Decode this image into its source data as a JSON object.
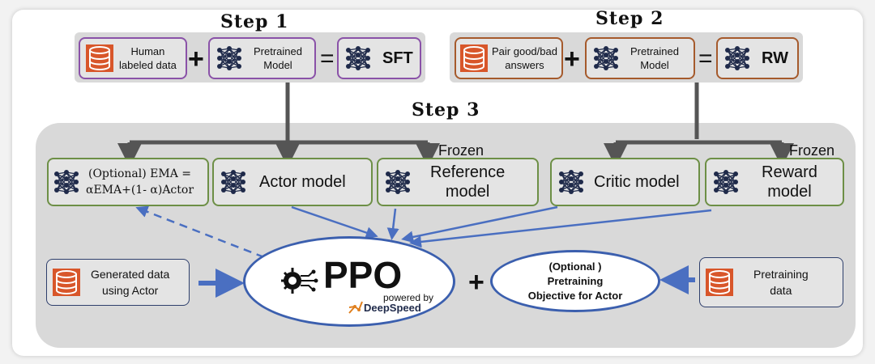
{
  "steps": {
    "step1_title": "Step 1",
    "step2_title": "Step 2",
    "step3_title": "Step 3"
  },
  "step1": {
    "data_label_line1": "Human",
    "data_label_line2": "labeled data",
    "plus": "+",
    "model_label_line1": "Pretrained",
    "model_label_line2": "Model",
    "equals": "=",
    "result_label": "SFT"
  },
  "step2": {
    "data_label_line1": "Pair good/bad",
    "data_label_line2": "answers",
    "plus": "+",
    "model_label_line1": "Pretrained",
    "model_label_line2": "Model",
    "equals": "=",
    "result_label": "RW"
  },
  "step3": {
    "frozen_left": "Frozen",
    "frozen_right": "Frozen",
    "ema_line1": "(Optional) EMA =",
    "ema_line2": "αEMA+(1- α)Actor",
    "actor_label": "Actor model",
    "reference_line1": "Reference",
    "reference_line2": "model",
    "critic_label": "Critic model",
    "reward_line1": "Reward",
    "reward_line2": "model",
    "generated_line1": "Generated data",
    "generated_line2": "using Actor",
    "ppo_label": "PPO",
    "powered_by": "powered by",
    "deepspeed": "DeepSpeed",
    "plus": "+",
    "optional_line1": "(Optional )",
    "optional_line2": "Pretraining",
    "optional_line3": "Objective for Actor",
    "pretraining_line1": "Pretraining",
    "pretraining_line2": "data"
  },
  "colors": {
    "step1_border": "#8a52a8",
    "step2_border": "#a55a2c",
    "step3_border": "#6d8f46",
    "arrow_blue": "#4a6fc1",
    "ellipse_blue": "#3b5fae",
    "database_orange": "#d8562a",
    "network_navy": "#1f2a4a"
  },
  "icons": [
    "database-icon",
    "neural-network-icon",
    "gear-chip-icon",
    "deepspeed-logo-icon"
  ]
}
